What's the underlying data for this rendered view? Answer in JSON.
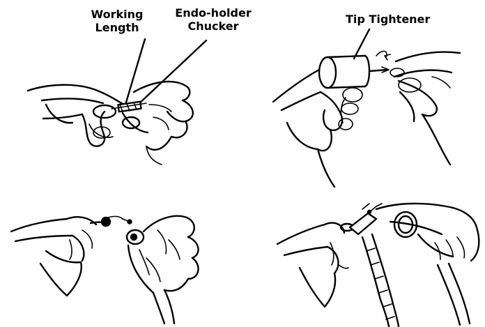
{
  "labels": {
    "working_length": [
      "Working",
      "Length"
    ],
    "endo_holder": [
      "Endo-holder",
      "Chucker"
    ],
    "tip_tightener": "Tip Tightener"
  },
  "colors": {
    "ink": "#000000",
    "paper": "#ffffff"
  }
}
